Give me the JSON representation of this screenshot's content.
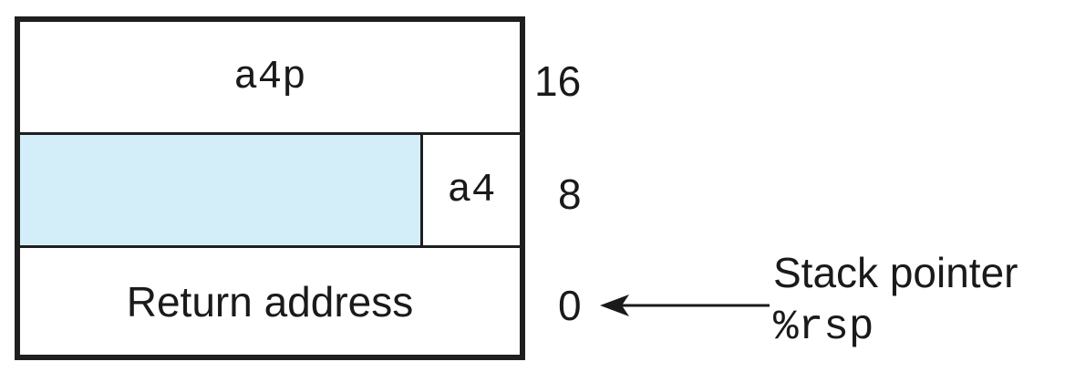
{
  "slots": {
    "top": {
      "label": "a4p",
      "offset": "16"
    },
    "middle": {
      "label": "a4",
      "offset": "8",
      "padding_color": "#d4eef9"
    },
    "bottom": {
      "label": "Return address",
      "offset": "0"
    }
  },
  "pointer": {
    "label": "Stack pointer",
    "register": "%rsp"
  }
}
